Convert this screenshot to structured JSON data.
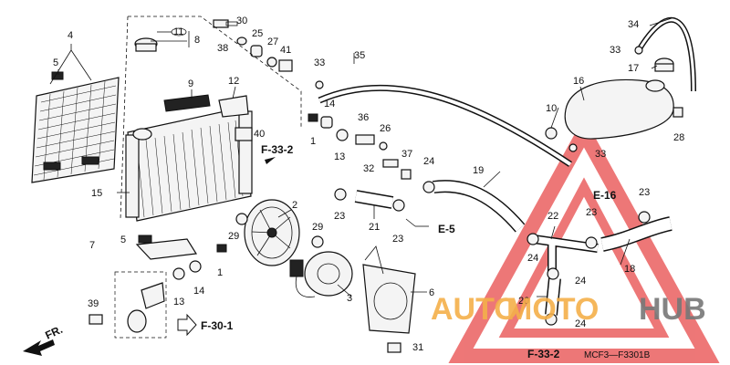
{
  "labels": {
    "p1a": "1",
    "p1b": "1",
    "p2": "2",
    "p3": "3",
    "p4": "4",
    "p5a": "5",
    "p5b": "5",
    "p6": "6",
    "p7": "7",
    "p8": "8",
    "p9": "9",
    "p10": "10",
    "p11": "11",
    "p12": "12",
    "p13a": "13",
    "p13b": "13",
    "p14a": "14",
    "p14b": "14",
    "p15": "15",
    "p16": "16",
    "p17": "17",
    "p18": "18",
    "p19": "19",
    "p20": "20",
    "p21": "21",
    "p22": "22",
    "p23a": "23",
    "p23b": "23",
    "p23c": "23",
    "p23d": "23",
    "p24a": "24",
    "p24b": "24",
    "p24c": "24",
    "p24d": "24",
    "p25": "25",
    "p26": "26",
    "p27": "27",
    "p28": "28",
    "p29a": "29",
    "p29b": "29",
    "p30": "30",
    "p31": "31",
    "p32": "32",
    "p33a": "33",
    "p33b": "33",
    "p33c": "33",
    "p34": "34",
    "p35": "35",
    "p36": "36",
    "p37": "37",
    "p38": "38",
    "p39": "39",
    "p40": "40",
    "p41": "41"
  },
  "refs": {
    "f33_2_top": "F-33-2",
    "f33_2_bottom": "F-33-2",
    "f30_1": "F-30-1",
    "e5": "E-5",
    "e16": "E-16",
    "fr": "FR."
  },
  "code": "MCF3—F3301B",
  "watermark": {
    "part1": "AUTO",
    "part2": "MOTO",
    "part3": "HUB",
    "color_orange": "#f4b04a",
    "color_red": "#e84a4a",
    "color_gray": "#777777"
  }
}
